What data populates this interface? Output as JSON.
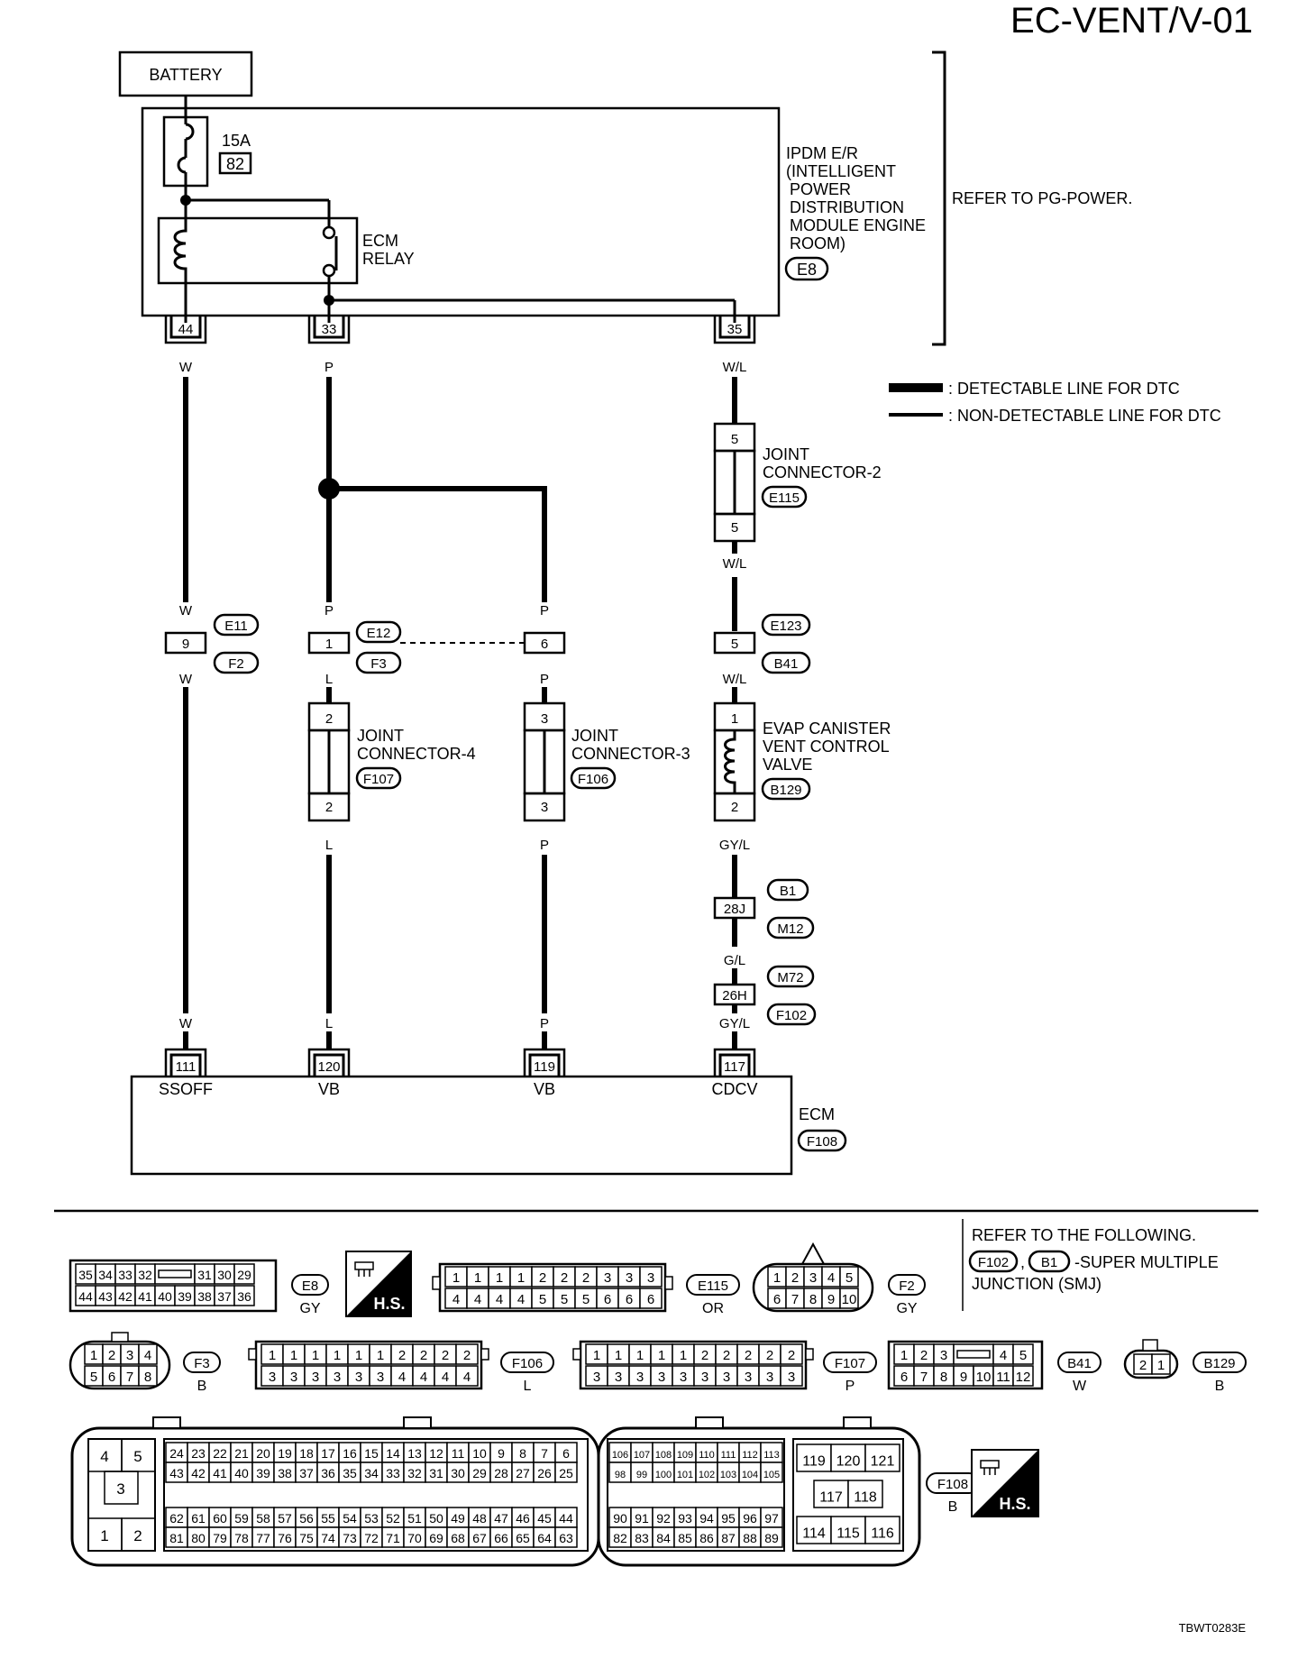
{
  "title": "EC-VENT/V-01",
  "battery": "BATTERY",
  "fuse": {
    "rating": "15A",
    "number": "82"
  },
  "ecm_relay": [
    "ECM",
    "RELAY"
  ],
  "ipdm": {
    "lines": [
      "IPDM E/R",
      "(INTELLIGENT",
      "POWER",
      "DISTRIBUTION",
      "MODULE ENGINE",
      "ROOM)"
    ],
    "connector": "E8",
    "refer": "REFER TO PG-POWER.",
    "terminals": [
      "44",
      "33",
      "35"
    ]
  },
  "legend": {
    "detectable": ": DETECTABLE LINE FOR DTC",
    "non_detectable": ": NON-DETECTABLE LINE FOR DTC"
  },
  "wire_colors": {
    "w": "W",
    "p": "P",
    "wl": "W/L",
    "l": "L",
    "gyl": "GY/L",
    "gl": "G/L"
  },
  "joint2": {
    "lines": [
      "JOINT",
      "CONNECTOR-2"
    ],
    "connector": "E115",
    "pin_top": "5",
    "pin_bottom": "5"
  },
  "joint4": {
    "lines": [
      "JOINT",
      "CONNECTOR-4"
    ],
    "connector": "F107",
    "pin_top": "2",
    "pin_bottom": "2"
  },
  "joint3": {
    "lines": [
      "JOINT",
      "CONNECTOR-3"
    ],
    "connector": "F106",
    "pin_top": "3",
    "pin_bottom": "3"
  },
  "inline": {
    "c1": {
      "pin": "9",
      "top": "E11",
      "bottom": "F2"
    },
    "c2": {
      "pin": "1",
      "top": "E12",
      "bottom": "F3"
    },
    "c3": {
      "pin": "6"
    },
    "c4": {
      "pin": "5",
      "top": "E123",
      "bottom": "B41"
    },
    "c5": {
      "pin": "28J",
      "top": "B1",
      "bottom": "M12"
    },
    "c6": {
      "pin": "26H",
      "top": "M72",
      "bottom": "F102"
    }
  },
  "evap": {
    "lines": [
      "EVAP CANISTER",
      "VENT CONTROL",
      "VALVE"
    ],
    "connector": "B129",
    "pin_top": "1",
    "pin_bottom": "2"
  },
  "ecm": {
    "label": "ECM",
    "connector": "F108",
    "terminals": [
      "111",
      "120",
      "119",
      "117"
    ],
    "signals": [
      "SSOFF",
      "VB",
      "VB",
      "CDCV"
    ]
  },
  "bottom_refer": {
    "lines": [
      "REFER TO THE FOLLOWING.",
      "-SUPER MULTIPLE",
      "JUNCTION (SMJ)"
    ],
    "connectors": [
      "F102",
      "B1"
    ]
  },
  "connector_faces": {
    "e8": {
      "id": "E8",
      "color": "GY",
      "row1": [
        "35",
        "34",
        "33",
        "32",
        "",
        "31",
        "30",
        "29"
      ],
      "row2": [
        "44",
        "43",
        "42",
        "41",
        "40",
        "39",
        "38",
        "37",
        "36"
      ]
    },
    "e115": {
      "id": "E115",
      "color": "OR",
      "row1": [
        "1",
        "1",
        "1",
        "1",
        "2",
        "2",
        "2",
        "3",
        "3",
        "3"
      ],
      "row2": [
        "4",
        "4",
        "4",
        "4",
        "5",
        "5",
        "5",
        "6",
        "6",
        "6"
      ]
    },
    "f2": {
      "id": "F2",
      "color": "GY",
      "row1": [
        "1",
        "2",
        "3",
        "4",
        "5"
      ],
      "row2": [
        "6",
        "7",
        "8",
        "9",
        "10"
      ]
    },
    "f3": {
      "id": "F3",
      "color": "B",
      "row1": [
        "1",
        "2",
        "3",
        "4"
      ],
      "row2": [
        "5",
        "6",
        "7",
        "8"
      ]
    },
    "f106": {
      "id": "F106",
      "color": "L",
      "row1": [
        "1",
        "1",
        "1",
        "1",
        "1",
        "1",
        "2",
        "2",
        "2",
        "2"
      ],
      "row2": [
        "3",
        "3",
        "3",
        "3",
        "3",
        "3",
        "4",
        "4",
        "4",
        "4"
      ]
    },
    "f107": {
      "id": "F107",
      "color": "P",
      "row1": [
        "1",
        "1",
        "1",
        "1",
        "1",
        "2",
        "2",
        "2",
        "2",
        "2"
      ],
      "row2": [
        "3",
        "3",
        "3",
        "3",
        "3",
        "3",
        "3",
        "3",
        "3",
        "3"
      ]
    },
    "b41": {
      "id": "B41",
      "color": "W",
      "row1": [
        "1",
        "2",
        "3",
        "",
        "4",
        "5"
      ],
      "row2": [
        "6",
        "7",
        "8",
        "9",
        "10",
        "11",
        "12"
      ]
    },
    "b129": {
      "id": "B129",
      "color": "B",
      "row1": [
        "2",
        "1"
      ]
    },
    "f108": {
      "id": "F108",
      "color": "B",
      "a_row1": [
        "24",
        "23",
        "22",
        "21",
        "20",
        "19",
        "18",
        "17",
        "16",
        "15",
        "14",
        "13",
        "12",
        "11",
        "10",
        "9",
        "8",
        "7",
        "6"
      ],
      "a_row2": [
        "43",
        "42",
        "41",
        "40",
        "39",
        "38",
        "37",
        "36",
        "35",
        "34",
        "33",
        "32",
        "31",
        "30",
        "29",
        "28",
        "27",
        "26",
        "25"
      ],
      "a_row3": [
        "62",
        "61",
        "60",
        "59",
        "58",
        "57",
        "56",
        "55",
        "54",
        "53",
        "52",
        "51",
        "50",
        "49",
        "48",
        "47",
        "46",
        "45",
        "44"
      ],
      "a_row4": [
        "81",
        "80",
        "79",
        "78",
        "77",
        "76",
        "75",
        "74",
        "73",
        "72",
        "71",
        "70",
        "69",
        "68",
        "67",
        "66",
        "65",
        "64",
        "63"
      ],
      "b_row1": [
        "106",
        "107",
        "108",
        "109",
        "110",
        "111",
        "112",
        "113"
      ],
      "b_row2": [
        "98",
        "99",
        "100",
        "101",
        "102",
        "103",
        "104",
        "105"
      ],
      "b_row3": [
        "90",
        "91",
        "92",
        "93",
        "94",
        "95",
        "96",
        "97"
      ],
      "b_row4": [
        "82",
        "83",
        "84",
        "85",
        "86",
        "87",
        "88",
        "89"
      ],
      "power": [
        "4",
        "5",
        "3",
        "1",
        "2"
      ],
      "c_top": [
        "119",
        "120",
        "121"
      ],
      "c_mid": [
        "117",
        "118"
      ],
      "c_bot": [
        "114",
        "115",
        "116"
      ]
    }
  },
  "hs_label": "H.S.",
  "doc_code": "TBWT0283E"
}
